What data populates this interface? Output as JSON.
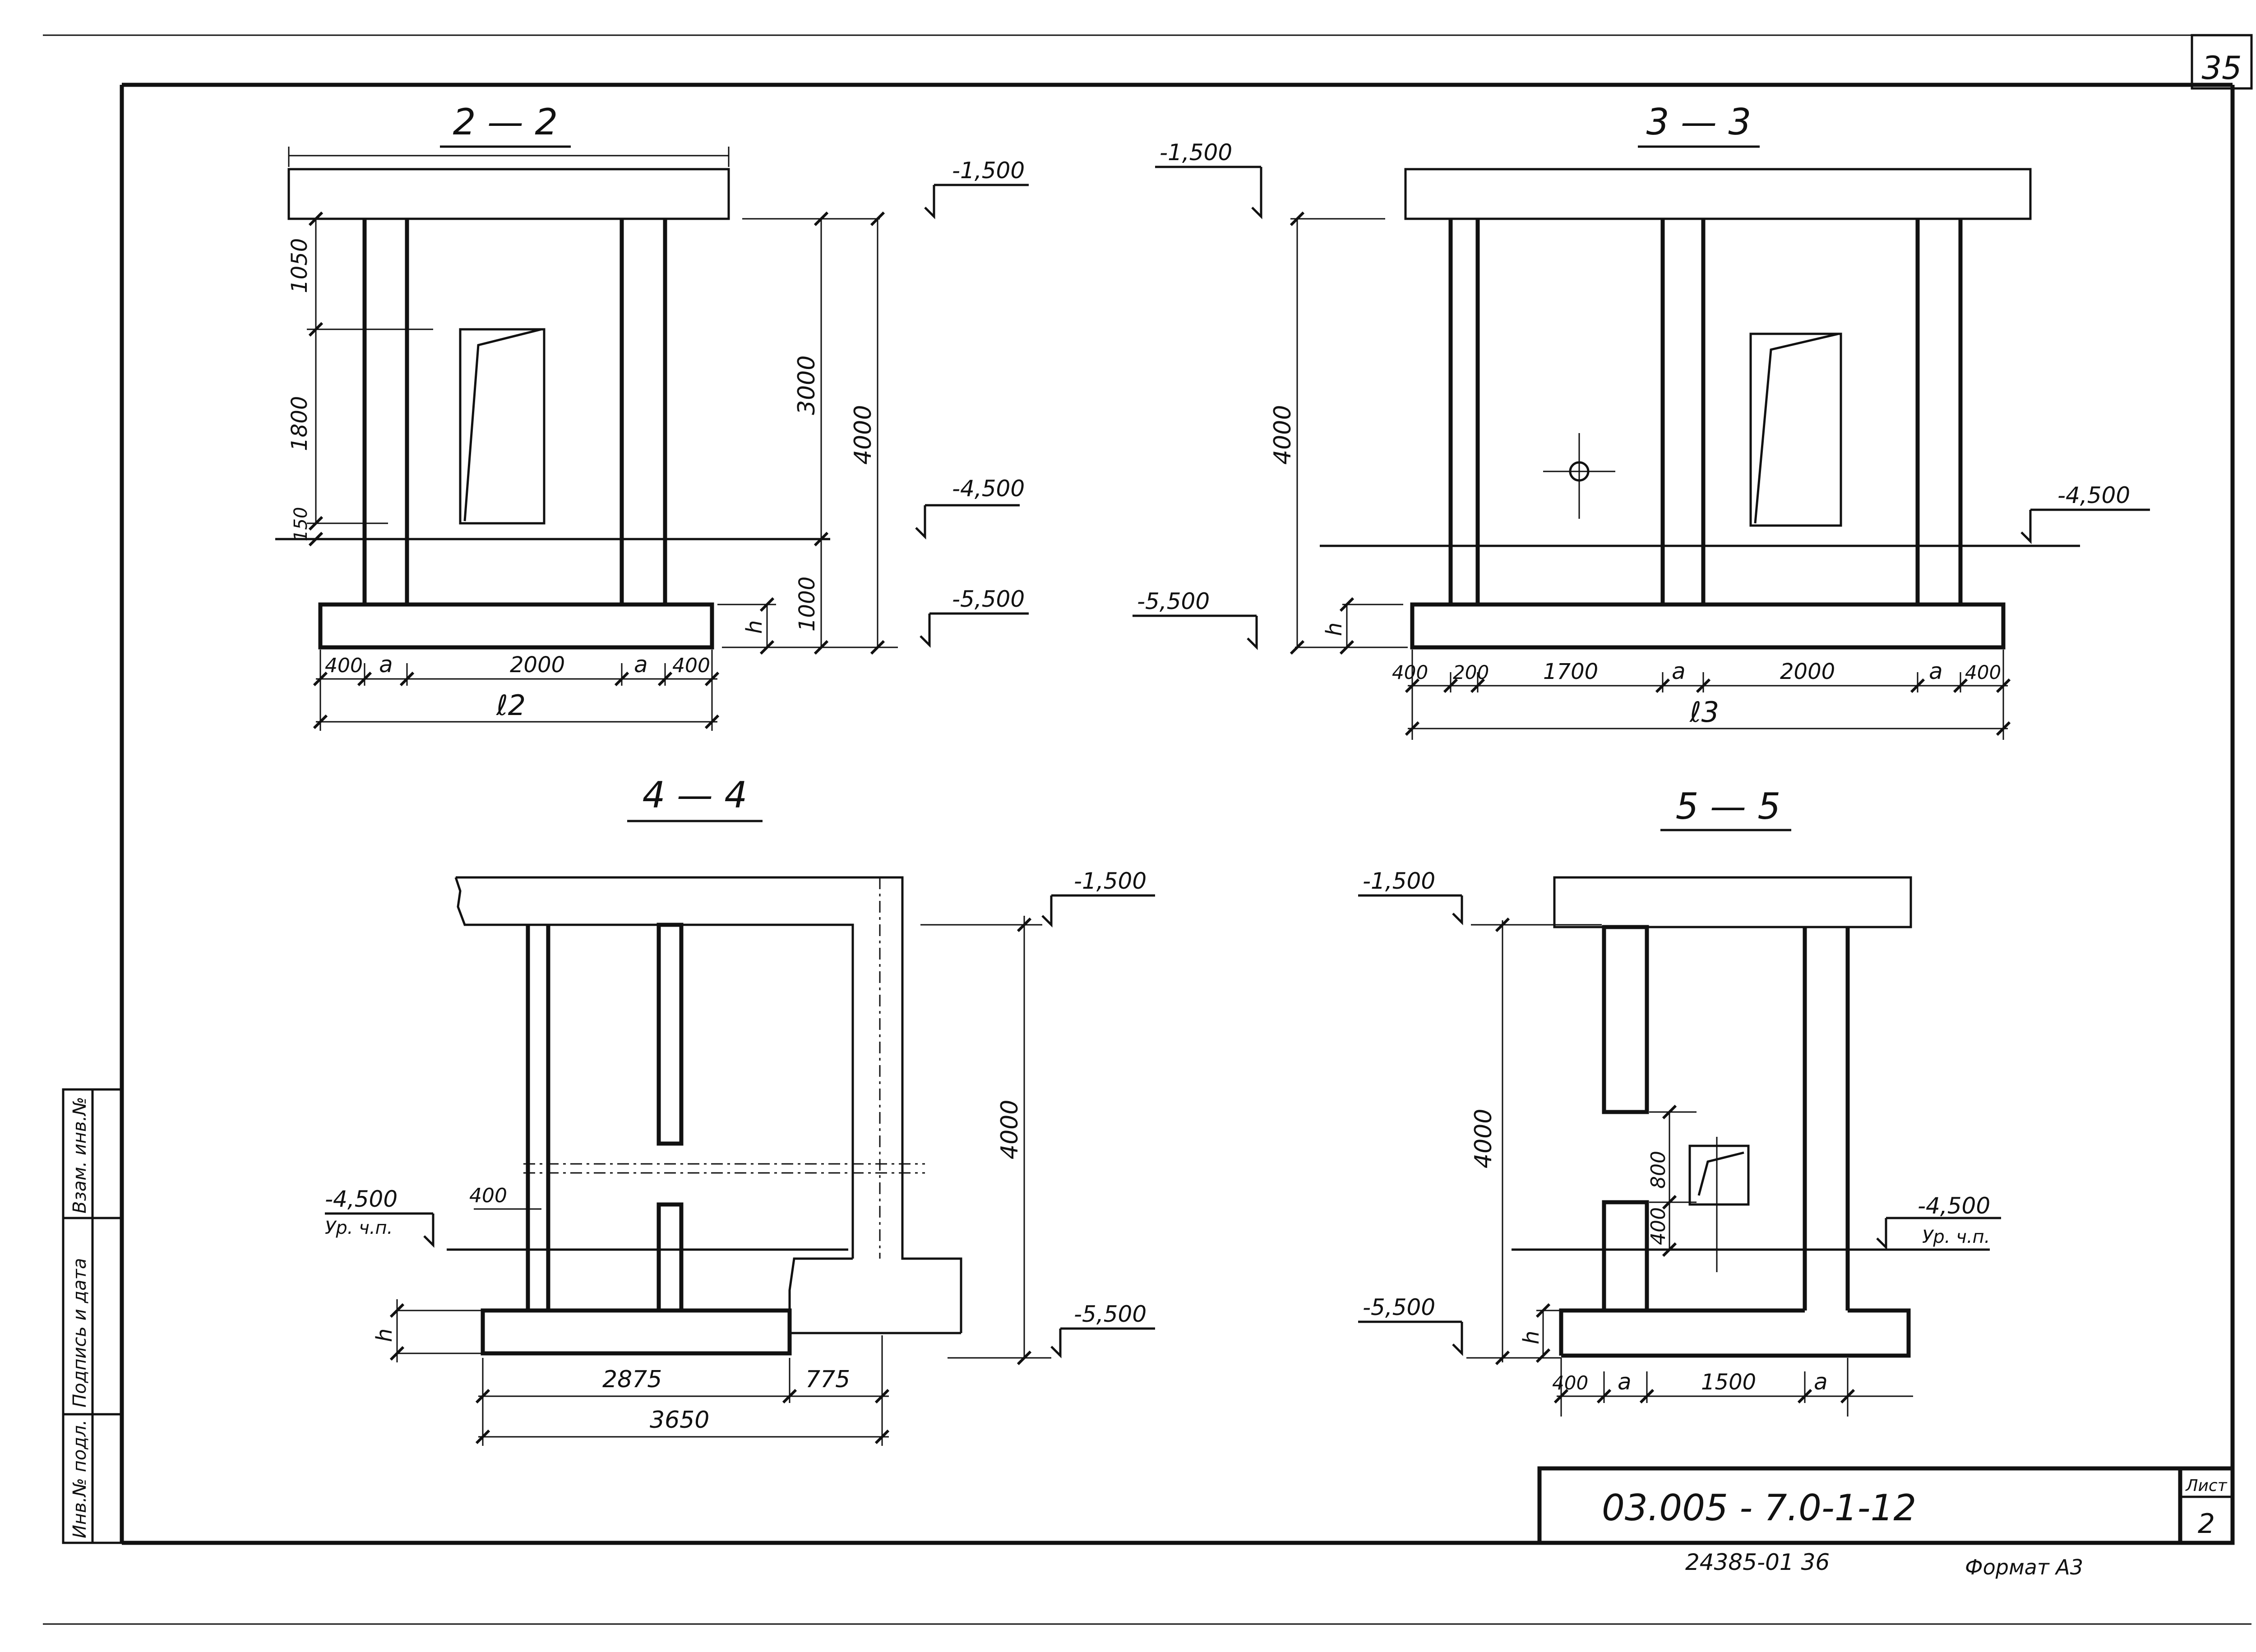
{
  "sheet": {
    "page_number": "35",
    "document_code": "03.005 - 7.0-1-12",
    "sheet_label": "Лист",
    "sheet_number": "2",
    "inventory_text": "24385-01   36",
    "format_label": "Формат А3",
    "stamp_labels": [
      "Инв.№ подл.",
      "Подпись и дата",
      "Взам. инв.№"
    ]
  },
  "section_2_2": {
    "title": "2 — 2",
    "level_top": "-1,500",
    "level_mid": "-4,500",
    "level_bottom": "-5,500",
    "dims_left": [
      "1050",
      "1800",
      "150"
    ],
    "dims_right": [
      "3000",
      "1000",
      "4000"
    ],
    "dim_h": "h",
    "dims_bottom": [
      "400",
      "a",
      "2000",
      "a",
      "400"
    ],
    "total_label": "ℓ2"
  },
  "section_3_3": {
    "title": "3 — 3",
    "level_top": "-1,500",
    "level_mid": "-4,500",
    "level_bottom": "-5,500",
    "dim_vertical": "4000",
    "dim_h": "h",
    "dims_bottom": [
      "400",
      "200",
      "1700",
      "a",
      "2000",
      "a",
      "400"
    ],
    "total_label": "ℓ3"
  },
  "section_4_4": {
    "title": "4 — 4",
    "level_top": "-1,500",
    "level_mid": "-4,500",
    "level_mid_note": "Ур. ч.п.",
    "level_bottom": "-5,500",
    "dim_vertical": "4000",
    "dim_opening": "400",
    "dim_h": "h",
    "dims_bottom": [
      "2875",
      "775"
    ],
    "total": "3650"
  },
  "section_5_5": {
    "title": "5 — 5",
    "level_top": "-1,500",
    "level_mid": "-4,500",
    "level_mid_note": "Ур. ч.п.",
    "level_bottom": "-5,500",
    "dim_vertical": "4000",
    "dims_opening": [
      "800",
      "400"
    ],
    "dim_h": "h",
    "dims_bottom": [
      "400",
      "a",
      "1500",
      "a"
    ]
  }
}
